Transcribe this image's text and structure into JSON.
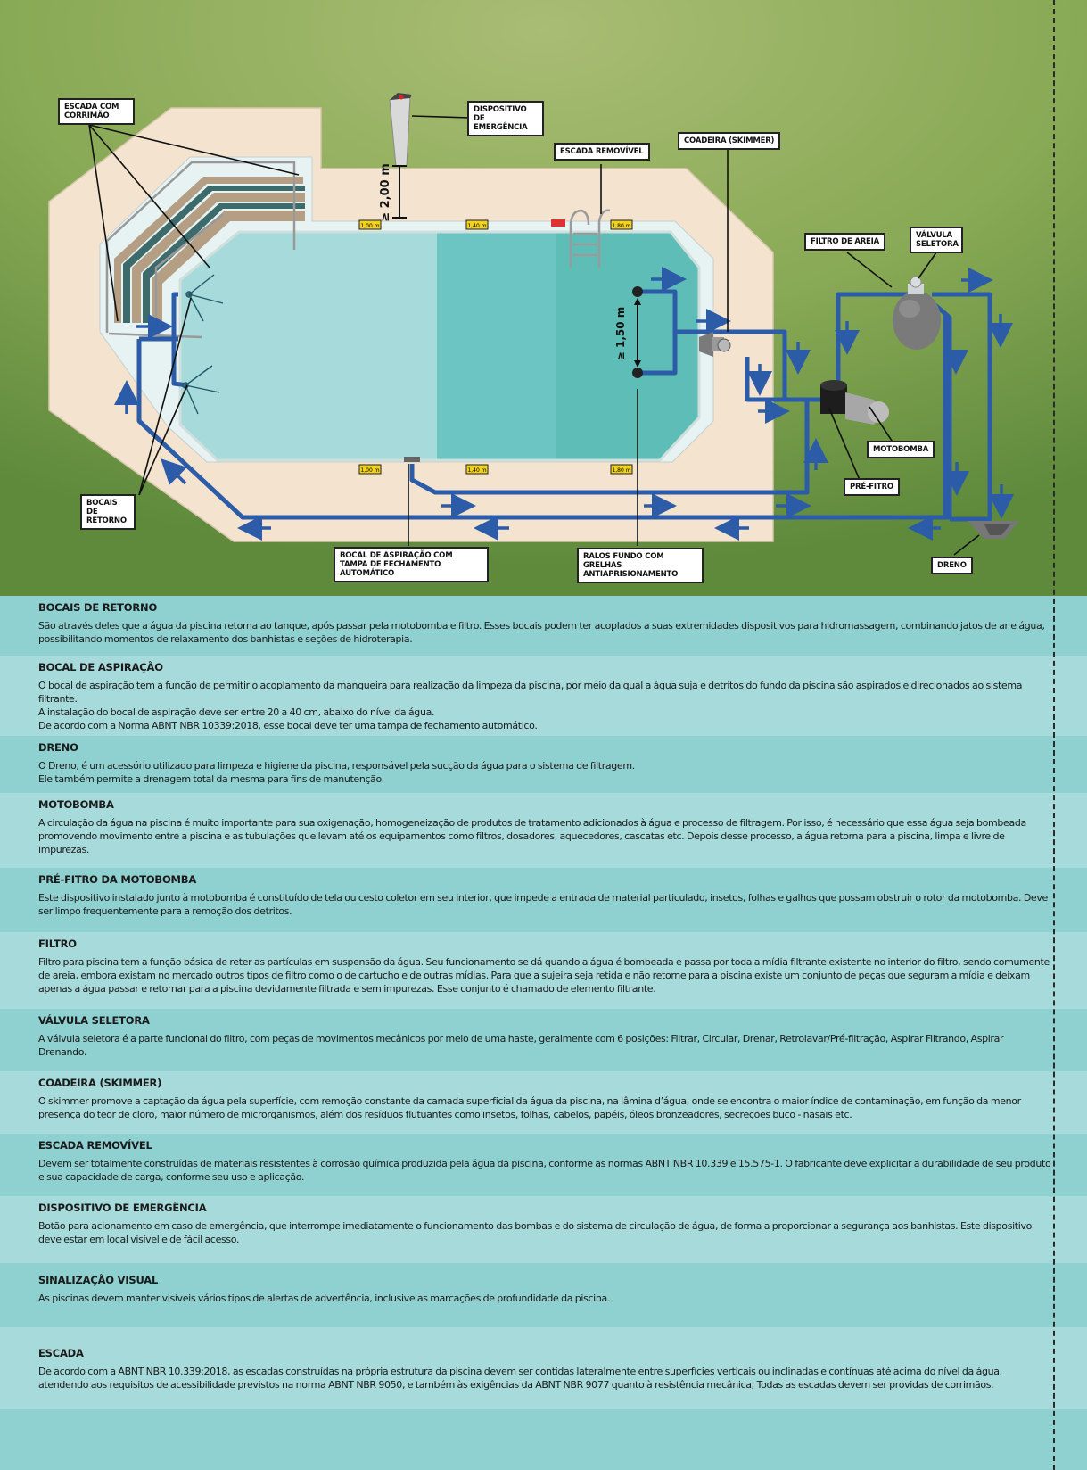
{
  "labels": {
    "escada_corrimao": "ESCADA COM CORRIMÃO",
    "dispositivo": "DISPOSITIVO DE EMERGÊNCIA",
    "escada_removivel": "ESCADA REMOVÍVEL",
    "coadeira": "COADEIRA (SKIMMER)",
    "filtro_areia": "FILTRO DE AREIA",
    "valvula": "VÁLVULA SELETORA",
    "motobomba": "MOTOBOMBA",
    "pre_filtro": "PRÉ-FITRO",
    "bocais": "BOCAIS DE RETORNO",
    "bocal_aspiracao": "BOCAL DE ASPIRAÇÃO COM TAMPA DE FECHAMENTO AUTOMÁTICO",
    "ralos": "RALOS FUNDO COM GRELHAS ANTIAPRISIONAMENTO",
    "dreno": "DRENO"
  },
  "dimensions": {
    "height_device": "≥ 2,00 m",
    "ralos_spacing": "≥ 1,50 m"
  },
  "depth_markers": [
    "1,00 m",
    "1,40 m",
    "1,80 m",
    "1,00 m",
    "1,40 m",
    "1,80 m"
  ],
  "colors": {
    "grass": "#8aaa55",
    "deck": "#f3e3cf",
    "pipe": "#2c5ca8",
    "water_light": "#a6dadb",
    "water_deep": "#62c2bd"
  },
  "sections": [
    {
      "title": "BOCAIS DE  RETORNO",
      "text": "São através deles que a água da piscina retorna ao tanque, após passar pela motobomba e filtro. Esses bocais podem ter acoplados a suas extremidades dispositivos para hidromassagem, combinando jatos de ar e água, possibilitando momentos de relaxamento dos banhistas e seções de hidroterapia."
    },
    {
      "title": "BOCAL DE  ASPIRAÇÃO",
      "text": "O bocal de aspiração tem a função de permitir o acoplamento da mangueira para realização da limpeza da piscina, por meio da qual a água suja e detritos do fundo da piscina são aspirados e direcionados ao sistema filtrante.\nA instalação do bocal de aspiração deve ser entre 20 a 40 cm, abaixo do nível da água.\nDe acordo com a Norma ABNT NBR 10339:2018, esse bocal deve ter uma tampa de fechamento automático."
    },
    {
      "title": "DRENO",
      "text": "O Dreno, é um acessório utilizado para limpeza e higiene da piscina, responsável pela sucção da água para o sistema de filtragem.\nEle também permite a drenagem total da mesma para fins de manutenção."
    },
    {
      "title": "MOTOBOMBA",
      "text": "A circulação da água na piscina é muito importante para sua oxigenação, homogeneização de produtos de tratamento adicionados à água e processo de filtragem. Por isso, é necessário que essa água seja bombeada promovendo movimento entre a piscina e as tubulações que levam até os equipamentos como filtros, dosadores, aquecedores, cascatas etc. Depois desse processo, a água retorna para a piscina, limpa e livre de impurezas."
    },
    {
      "title": "PRÉ-FITRO DA MOTOBOMBA",
      "text": "Este dispositivo instalado junto à motobomba é constituído de tela ou cesto coletor em seu interior, que impede a entrada de material particulado, insetos, folhas e galhos que possam obstruir o rotor da motobomba. Deve ser limpo frequentemente para a remoção dos detritos."
    },
    {
      "title": "FILTRO",
      "text": "Filtro para piscina tem a função básica de reter as partículas em suspensão da água. Seu funcionamento se dá quando a água é bombeada e passa por toda a mídia filtrante existente no interior do filtro, sendo comumente de areia, embora existam no mercado outros tipos de filtro como o de cartucho e de outras mídias. Para que a sujeira seja retida e não retorne para a piscina existe um conjunto de peças que seguram a mídia e deixam apenas a água passar e retornar para a piscina devidamente filtrada e sem impurezas. Esse conjunto é chamado de elemento filtrante."
    },
    {
      "title": "VÁLVULA SELETORA",
      "text": "A válvula seletora é a parte funcional do filtro, com peças de movimentos mecânicos por meio de uma haste, geralmente com 6 posições: Filtrar, Circular, Drenar, Retrolavar/Pré-filtração, Aspirar Filtrando, Aspirar Drenando."
    },
    {
      "title": "COADEIRA (SKIMMER)",
      "text": "O skimmer promove a captação da água pela superfície, com remoção constante da camada superficial da água da piscina, na lâmina d’água, onde se encontra o maior índice de contaminação, em função da menor presença do teor de cloro, maior número de microrganismos, além dos resíduos flutuantes como insetos, folhas, cabelos, papéis, óleos bronzeadores, secreções buco - nasais etc."
    },
    {
      "title": "ESCADA REMOVÍVEL",
      "text": "Devem ser totalmente construídas de materiais resistentes à corrosão química produzida pela água da piscina, conforme as normas ABNT NBR 10.339 e 15.575-1. O fabricante deve explicitar a durabilidade de seu produto e sua capacidade de carga, conforme seu uso e aplicação."
    },
    {
      "title": "DISPOSITIVO DE EMERGÊNCIA",
      "text": "Botão para acionamento em caso de emergência, que interrompe imediatamente o funcionamento das bombas e do sistema de circulação de água, de forma a proporcionar a segurança aos banhistas. Este dispositivo deve estar em local visível e de fácil acesso."
    },
    {
      "title": "SINALIZAÇÃO VISUAL",
      "text": "As piscinas devem manter visíveis vários tipos de alertas de advertência, inclusive as marcações de profundidade da piscina."
    },
    {
      "title": "ESCADA",
      "text": "De acordo com a ABNT NBR 10.339:2018, as escadas construídas na própria estrutura da piscina devem ser contidas lateralmente entre superfícies verticais ou inclinadas e contínuas até acima do nível da água, atendendo aos requisitos de acessibilidade previstos na norma ABNT NBR 9050, e também às exigências da ABNT NBR 9077 quanto à resistência mecânica; Todas as escadas devem ser providas de corrimãos."
    }
  ]
}
